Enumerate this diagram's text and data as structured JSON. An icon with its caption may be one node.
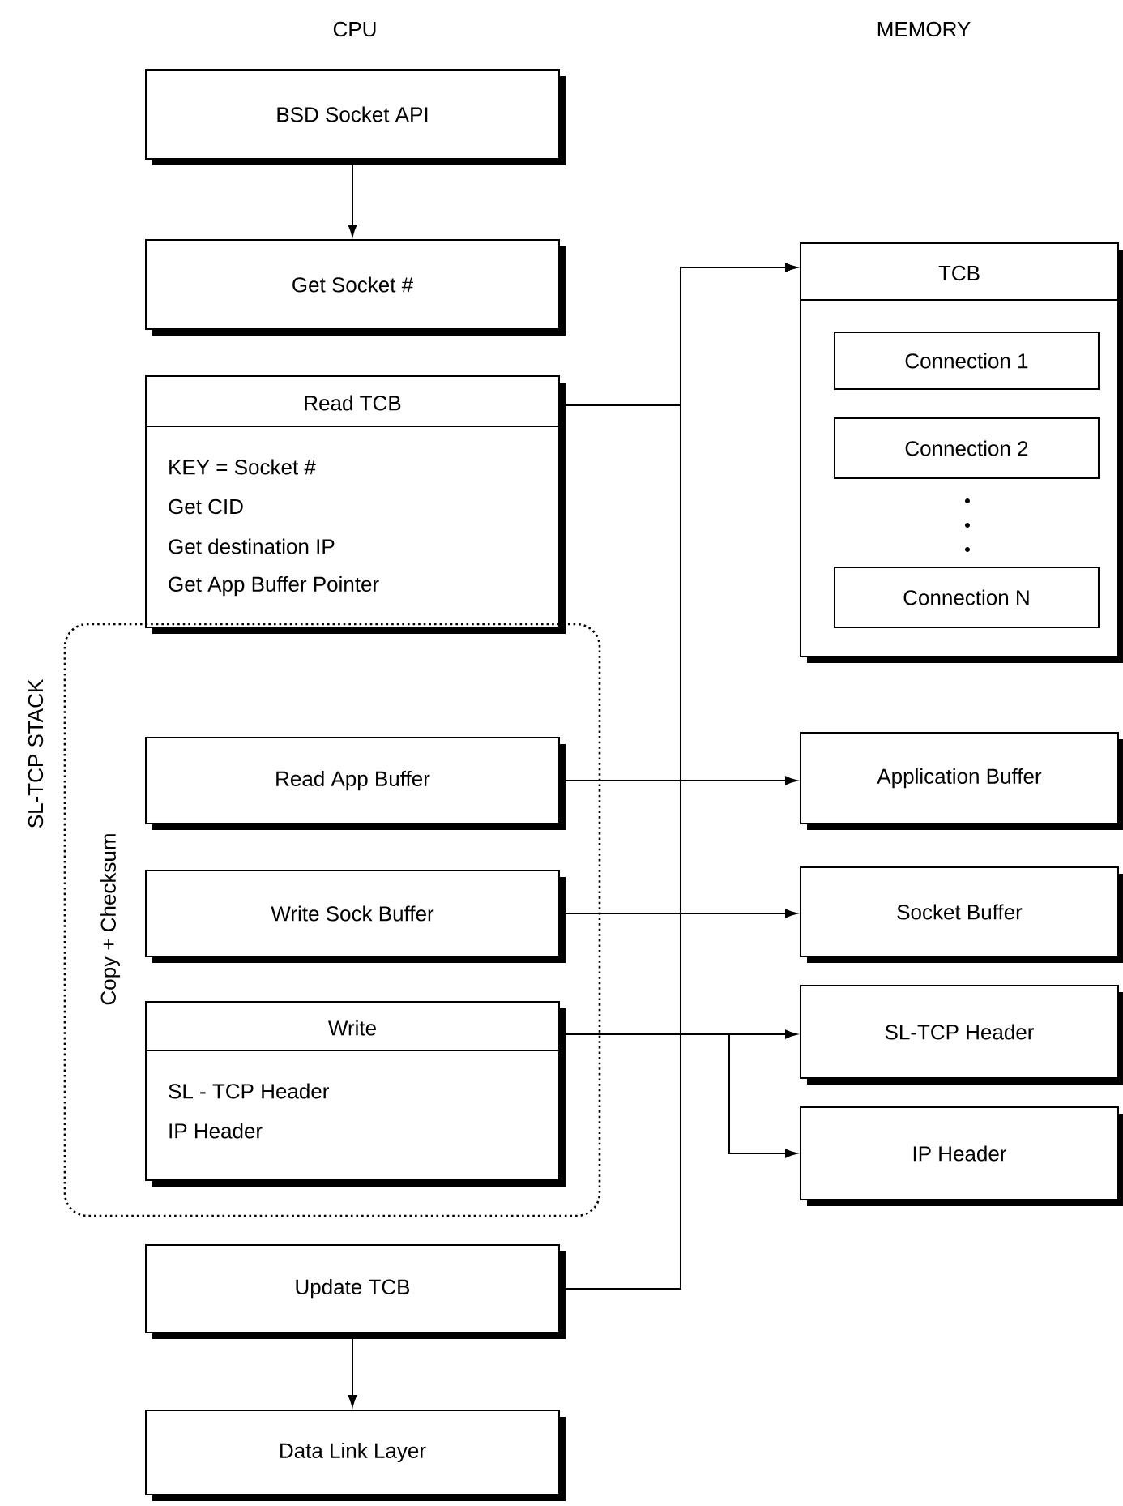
{
  "diagram": {
    "nodes": [
      {
        "text": [
          "BSD Socket API"
        ]
      },
      {
        "text": [
          "Get Socket #"
        ]
      },
      {
        "text": [
          "Read TCB",
          "KEY = Socket #",
          "Get CID",
          "Get destination IP",
          "Get App Buffer Pointer"
        ]
      },
      {
        "text": [
          "Copy + Checksum"
        ]
      },
      {
        "text": [
          "Read App Buffer"
        ],
        "in": 3
      },
      {
        "text": [
          "Write Sock Buffer"
        ],
        "in": 3
      },
      {
        "text": [
          "Write",
          "SL - TCP Header",
          "IP Header"
        ],
        "in": 3
      },
      {
        "text": [
          "Update TCB"
        ]
      },
      {
        "text": [
          "Data Link Layer"
        ]
      },
      {
        "text": [
          "TCB"
        ]
      },
      {
        "text": [
          "Connection 1"
        ],
        "in": 9
      },
      {
        "text": [
          "Connection 2"
        ],
        "in": 9
      },
      {
        "text": [
          "Connection N"
        ],
        "in": 9
      },
      {
        "text": [
          "Application Buffer"
        ]
      },
      {
        "text": [
          "Socket Buffer"
        ]
      },
      {
        "text": [
          "SL-TCP Header"
        ]
      },
      {
        "text": [
          "IP Header"
        ]
      }
    ],
    "edges": [
      {
        "from": 0,
        "to": 1,
        "arrow": "to"
      },
      {
        "from": 2,
        "to": 9,
        "arrow": "to"
      },
      {
        "from": 4,
        "to": 13,
        "arrow": "to"
      },
      {
        "from": 5,
        "to": 14,
        "arrow": "to"
      },
      {
        "from": 6,
        "to": 15,
        "arrow": "to"
      },
      {
        "from": 6,
        "to": 16,
        "arrow": "to"
      },
      {
        "from": 7,
        "to": 9,
        "arrow": "to"
      },
      {
        "from": 7,
        "to": 8,
        "arrow": "to"
      }
    ],
    "labels": [
      "CPU",
      "MEMORY",
      "SL-TCP STACK"
    ]
  }
}
